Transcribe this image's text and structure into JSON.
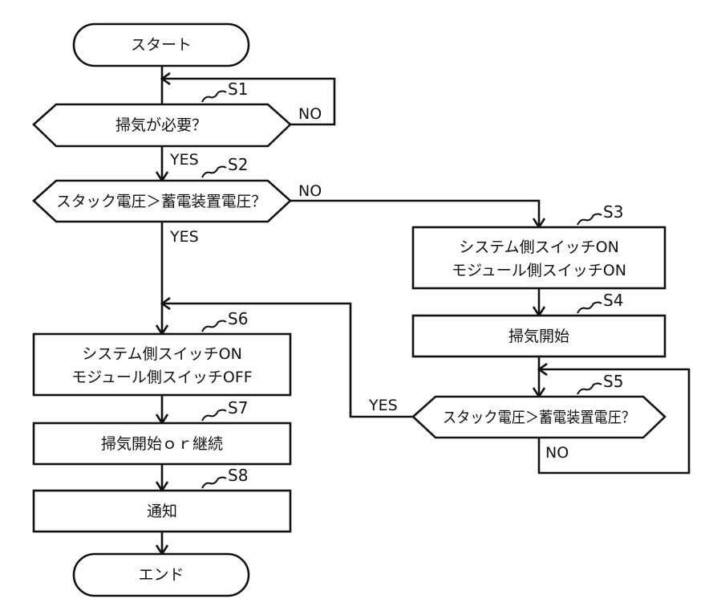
{
  "flowchart": {
    "start": "スタート",
    "end": "エンド",
    "steps": {
      "s1": {
        "id": "S1",
        "text": "掃気が必要？"
      },
      "s2": {
        "id": "S2",
        "text": "スタック電圧＞蓄電装置電圧？"
      },
      "s3": {
        "id": "S3",
        "line1": "システム側スイッチON",
        "line2": "モジュール側スイッチON"
      },
      "s4": {
        "id": "S4",
        "text": "掃気開始"
      },
      "s5": {
        "id": "S5",
        "text": "スタック電圧＞蓄電装置電圧？"
      },
      "s6": {
        "id": "S6",
        "line1": "システム側スイッチON",
        "line2": "モジュール側スイッチOFF"
      },
      "s7": {
        "id": "S7",
        "text": "掃気開始ｏｒ継続"
      },
      "s8": {
        "id": "S8",
        "text": "通知"
      }
    },
    "branches": {
      "s1_no": "NO",
      "s1_yes": "YES",
      "s2_no": "NO",
      "s2_yes": "YES",
      "s5_yes": "YES",
      "s5_no": "NO"
    }
  }
}
